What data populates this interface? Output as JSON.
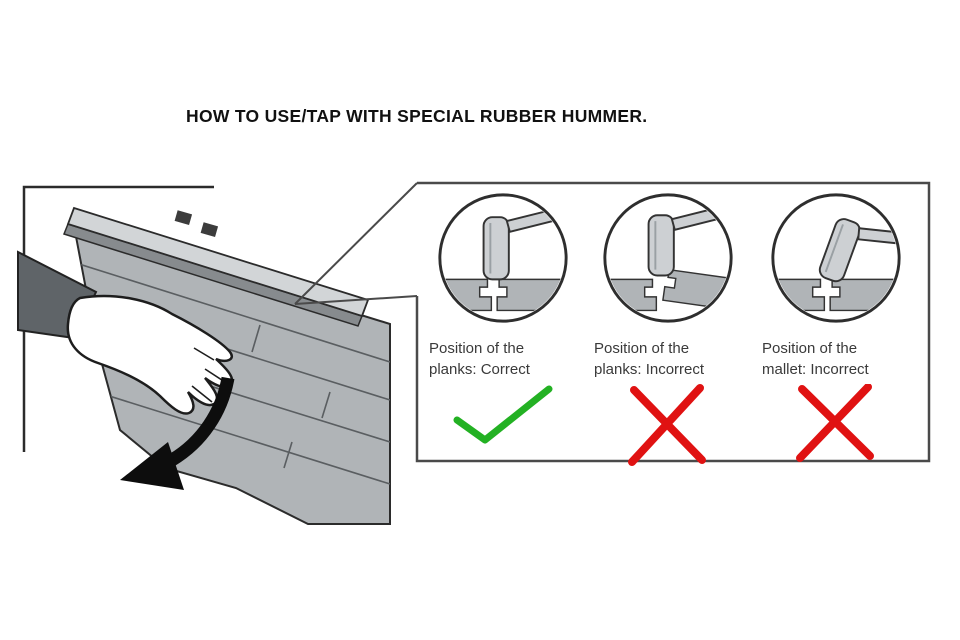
{
  "title": "HOW TO USE/TAP WITH SPECIAL RUBBER HUMMER.",
  "colors": {
    "correct_mark": "#23b123",
    "incorrect_mark": "#e01212",
    "plank_gray": "#b0b4b7",
    "outline": "#2e2e2e"
  },
  "instruction_panel": {
    "items": [
      {
        "caption_line1": "Position of the",
        "caption_line2": "planks: Correct",
        "mark": "check"
      },
      {
        "caption_line1": "Position of the",
        "caption_line2": "planks: Incorrect",
        "mark": "cross"
      },
      {
        "caption_line1": "Position of the",
        "caption_line2": "mallet: Incorrect",
        "mark": "cross"
      }
    ]
  }
}
